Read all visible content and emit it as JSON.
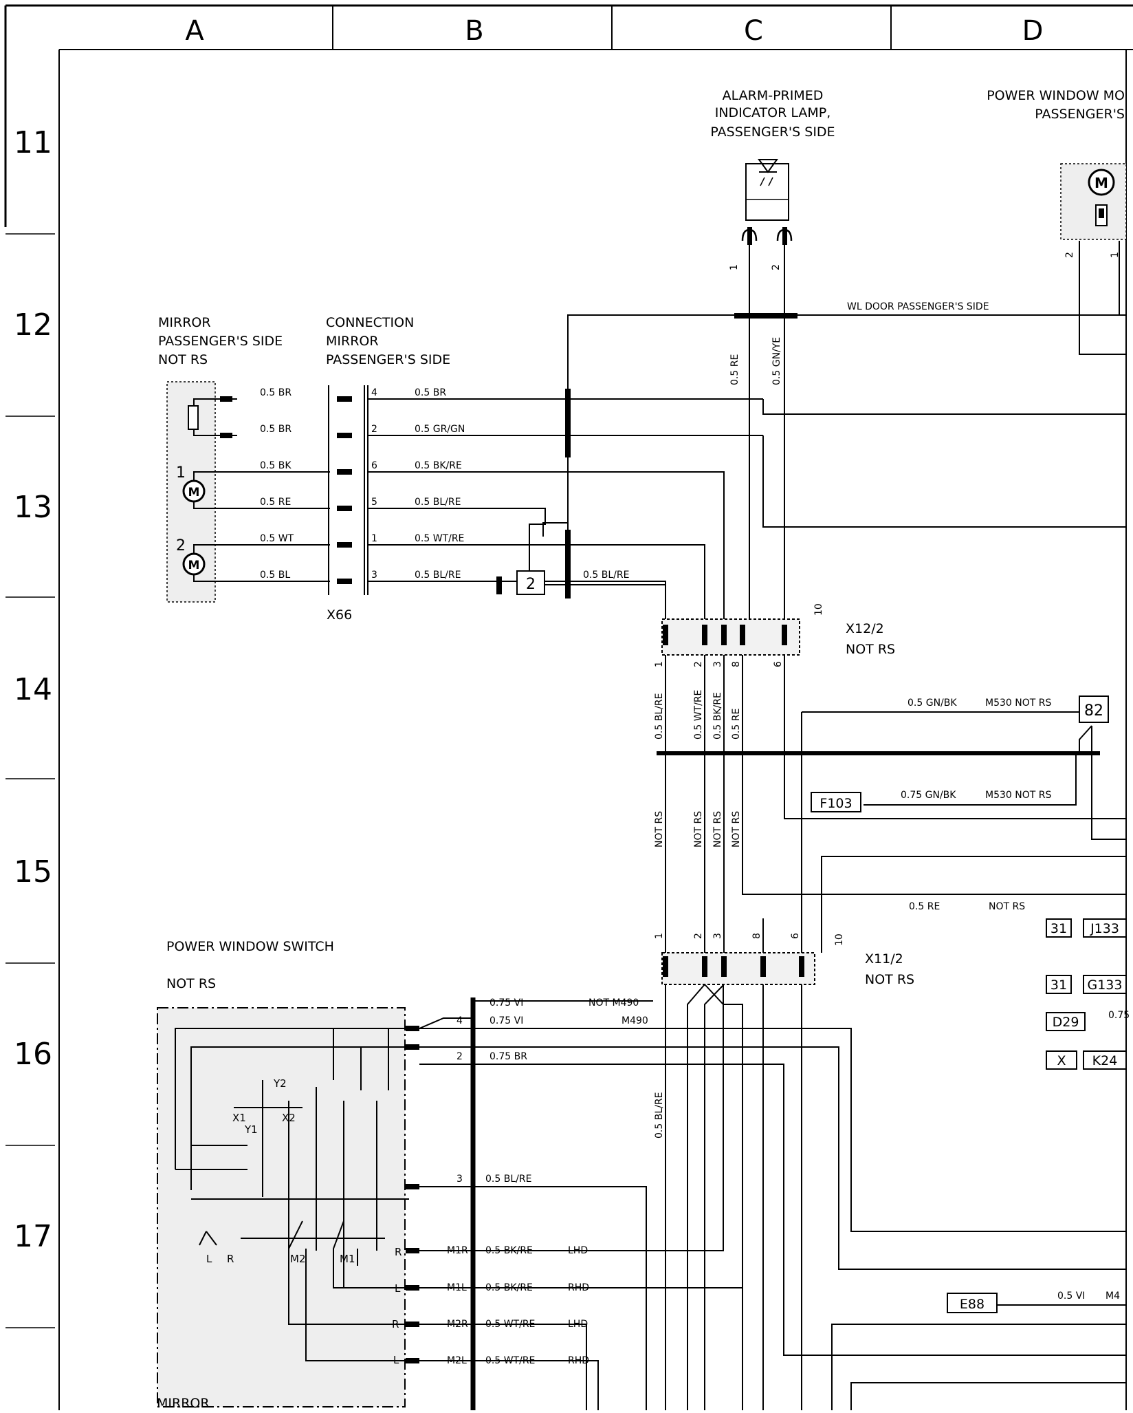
{
  "grid": {
    "columns": [
      "A",
      "B",
      "C",
      "D"
    ],
    "rows": [
      "11",
      "12",
      "13",
      "14",
      "15",
      "16",
      "17"
    ]
  },
  "components": {
    "alarm_lamp": [
      "ALARM-PRIMED",
      "INDICATOR LAMP,",
      "PASSENGER'S SIDE"
    ],
    "power_window_motor": [
      "POWER WINDOW MO",
      "PASSENGER'S"
    ],
    "mirror": [
      "MIRROR",
      "PASSENGER'S SIDE",
      "NOT RS"
    ],
    "connection_mirror": [
      "CONNECTION",
      "MIRROR",
      "PASSENGER'S SIDE"
    ],
    "x66": "X66",
    "x12_2": [
      "X12/2",
      "NOT RS"
    ],
    "x11_2": [
      "X11/2",
      "NOT RS"
    ],
    "power_window_switch": [
      "POWER WINDOW SWITCH",
      "NOT RS"
    ],
    "mirror_bottom": "MIRROR",
    "box_2": "2",
    "box_82": "82",
    "f103": "F103",
    "e88": "E88",
    "d29": "D29",
    "right_refs": [
      {
        "a": "31",
        "b": "J133"
      },
      {
        "a": "31",
        "b": "G133"
      },
      {
        "a": "X",
        "b": "K24"
      }
    ]
  },
  "wires": {
    "wl_door": "WL DOOR PASSENGER'S SIDE",
    "mirror_side": [
      "0.5 BR",
      "0.5 BR",
      "0.5 BK",
      "0.5 RE",
      "0.5 WT",
      "0.5 BL"
    ],
    "connection_pins": [
      "4",
      "2",
      "6",
      "5",
      "1",
      "3"
    ],
    "connection_side": [
      "0.5 BR",
      "0.5 GR/GN",
      "0.5 BK/RE",
      "0.5 BL/RE",
      "0.5 WT/RE",
      "0.5 BL/RE"
    ],
    "after_box2": "0.5 BL/RE",
    "lamp_wires": [
      "0.5 RE",
      "0.5 GN/YE"
    ],
    "lamp_pins": [
      "1",
      "2"
    ],
    "motor_pins": [
      "2",
      "1"
    ],
    "x12_pins": [
      "1",
      "2",
      "3",
      "8",
      "6",
      "10"
    ],
    "x12_wires": [
      "0.5 BL/RE",
      "0.5 WT/RE",
      "0.5 BK/RE",
      "0.5 RE"
    ],
    "not_rs": "NOT RS",
    "gnbk_top": "0.5 GN/BK",
    "m530": "M530 NOT RS",
    "gnbk_f103": "0.75 GN/BK",
    "re_line": "0.5 RE",
    "x11_pins": [
      "1",
      "2",
      "3",
      "8",
      "6",
      "10"
    ],
    "switch_pins": [
      "4",
      "2",
      "3"
    ],
    "switch_wires": [
      "0.75 VI",
      "0.75 VI",
      "0.75 BR",
      "0.5 BL/RE"
    ],
    "not_m490": "NOT M490",
    "m490": "M490",
    "mirror_pins": [
      "M1R",
      "M1L",
      "M2R",
      "M2L"
    ],
    "mirror_wires": [
      "0.5 BK/RE",
      "0.5 BK/RE",
      "0.5 WT/RE",
      "0.5 WT/RE"
    ],
    "lhd": "LHD",
    "rhd": "RHD",
    "vert_blre": "0.5 BL/RE",
    "e88_wire": "0.5 VI",
    "e88_tail": "M4",
    "d29_wire": "0.75",
    "switch_letters": [
      "X1",
      "X2",
      "Y1",
      "Y2",
      "L",
      "R",
      "M2",
      "M1",
      "R",
      "L",
      "R",
      "L"
    ]
  }
}
